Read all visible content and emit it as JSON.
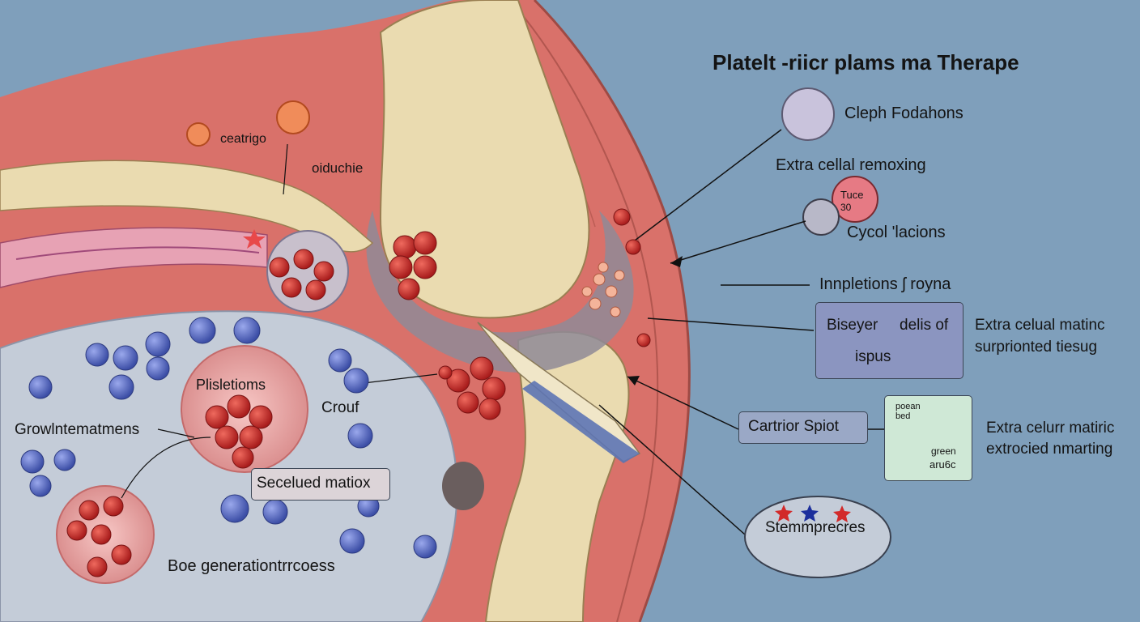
{
  "title": "Platelt -riicr plams ma Therape",
  "labels": {
    "cleph": "Cleph Fodahons",
    "extra_removing": "Extra cellal remoxing",
    "tuce": "Tuce",
    "tuce_num": "30",
    "cycol": "Cycol 'lacions",
    "innpletions": "Innpletions ʃ royna",
    "biseyer": "Biseyer",
    "delis_of": "delis of",
    "ispus": "ispus",
    "extra_matinc_1": "Extra celual  matinc",
    "extra_matinc_2": "surprionted tiesug",
    "cartrior": "Cartrior Spiot",
    "green_small_1": "poean",
    "green_small_2": "bed",
    "green_small_3": "green",
    "green_small_4": "aru6c",
    "extra_celurr_1": "Extra celurr matiric",
    "extra_celurr_2": "extrocied nmarting",
    "stemmprecres": "Stemmprecres",
    "ceatrigo": "ceatrigo",
    "oiduchie": "oiduchie",
    "plisletioms": "Plisletioms",
    "crouf": "Crouf",
    "growlnte": "Growlntematmens",
    "seceluded": "Secelued matiox",
    "boe_generation": "Boe generationtrrcoess"
  },
  "colors": {
    "background": "#7f9fbb",
    "tissue": "#d9716a",
    "bone": "#eadbb0",
    "red_cell": "#c62a2a",
    "blue_cell": "#5a6fc4",
    "marrow": "#c4ccd8",
    "ink": "#141414"
  },
  "icons": [
    "star-icon",
    "blood-cell-icon",
    "pointer-arrow-icon"
  ]
}
